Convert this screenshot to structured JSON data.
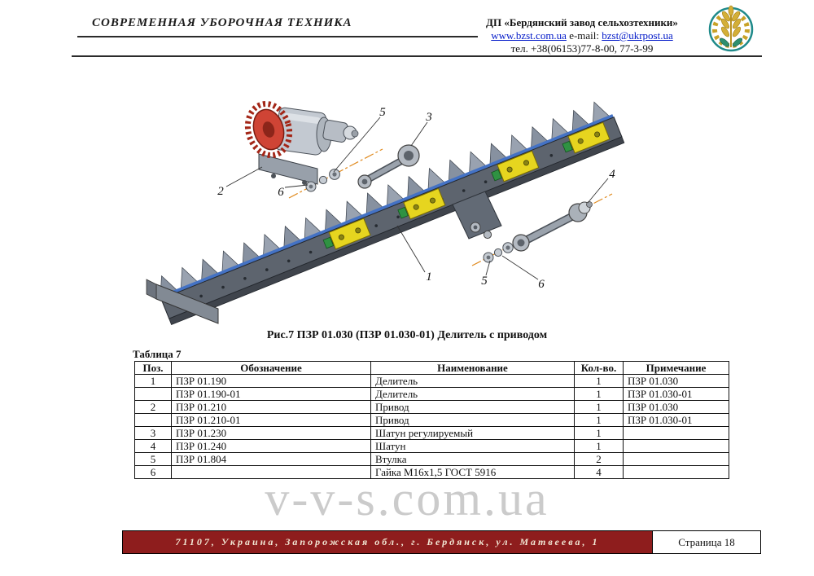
{
  "header": {
    "title": "СОВРЕМЕННАЯ УБОРОЧНАЯ ТЕХНИКА",
    "company": "ДП «Бердянский завод сельхозтехники»",
    "website": "www.bzst.com.ua",
    "email_label": "e-mail:",
    "email": "bzst@ukrpost.ua",
    "phone": "тел. +38(06153)77-8-00, 77-3-99"
  },
  "figure": {
    "caption": "Рис.7 ПЗР 01.030 (ПЗР 01.030-01) Делитель с приводом",
    "callouts": [
      "1",
      "2",
      "3",
      "4",
      "5",
      "6"
    ]
  },
  "table": {
    "title": "Таблица 7",
    "headers": [
      "Поз.",
      "Обозначение",
      "Наименование",
      "Кол-во.",
      "Примечание"
    ],
    "rows": [
      [
        "1",
        "ПЗР 01.190",
        "Делитель",
        "1",
        "ПЗР 01.030"
      ],
      [
        "",
        "ПЗР 01.190-01",
        "Делитель",
        "1",
        "ПЗР 01.030-01"
      ],
      [
        "2",
        "ПЗР 01.210",
        "Привод",
        "1",
        "ПЗР 01.030"
      ],
      [
        "",
        "ПЗР 01.210-01",
        "Привод",
        "1",
        "ПЗР 01.030-01"
      ],
      [
        "3",
        "ПЗР 01.230",
        "Шатун регулируемый",
        "1",
        ""
      ],
      [
        "4",
        "ПЗР 01.240",
        "Шатун",
        "1",
        ""
      ],
      [
        "5",
        "ПЗР 01.804",
        "Втулка",
        "2",
        ""
      ],
      [
        "6",
        "",
        "Гайка М16х1,5 ГОСТ 5916",
        "4",
        ""
      ]
    ]
  },
  "watermark": "v-v-s.com.ua",
  "footer": {
    "address": "71107, Украина, Запорожская обл., г. Бердянск, ул. Матвеева, 1",
    "page": "Страница 18"
  },
  "colors": {
    "footer_maroon": "#8e1d1d",
    "link_blue": "#0018c8",
    "plate_yellow": "#e6d51f",
    "drive_red": "#c43527",
    "centerline_orange": "#e08a1e"
  }
}
